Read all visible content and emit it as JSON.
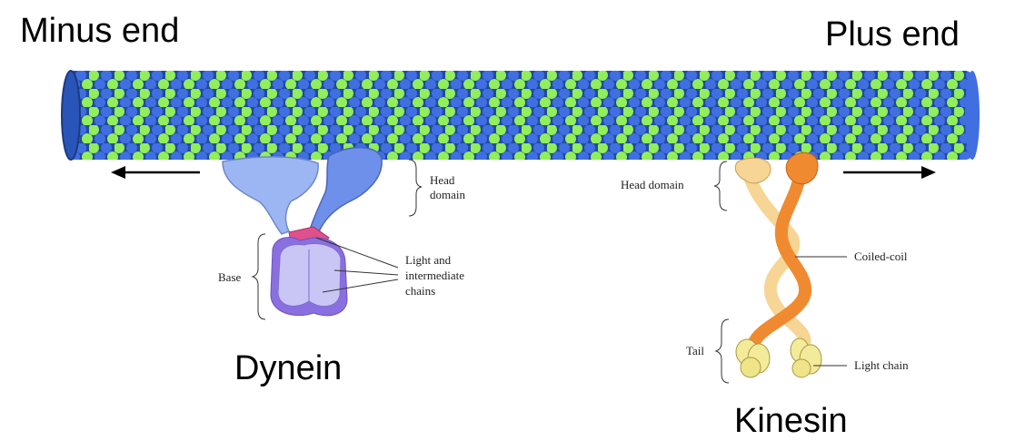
{
  "labels": {
    "minus_end": "Minus end",
    "plus_end": "Plus end",
    "dynein": "Dynein",
    "kinesin": "Kinesin",
    "head_domain_line1": "Head",
    "head_domain_line2": "domain",
    "base": "Base",
    "light_intermediate_line1": "Light and",
    "light_intermediate_line2": "intermediate",
    "light_intermediate_line3": "chains",
    "kinesin_head_domain": "Head domain",
    "coiled_coil": "Coiled-coil",
    "tail": "Tail",
    "light_chain": "Light chain"
  },
  "colors": {
    "tubulin_alpha": "#90ef5a",
    "tubulin_beta": "#3f6fe0",
    "microtubule_dark": "#244a9e",
    "dynein_head": "#8aa8f0",
    "dynein_base": "#c9c5f5",
    "dynein_base_dark": "#8a6fe0",
    "dynein_neck": "#e0508a",
    "kinesin_orange": "#f08a30",
    "kinesin_light": "#f6d595",
    "kinesin_tail": "#f3ea9a"
  }
}
